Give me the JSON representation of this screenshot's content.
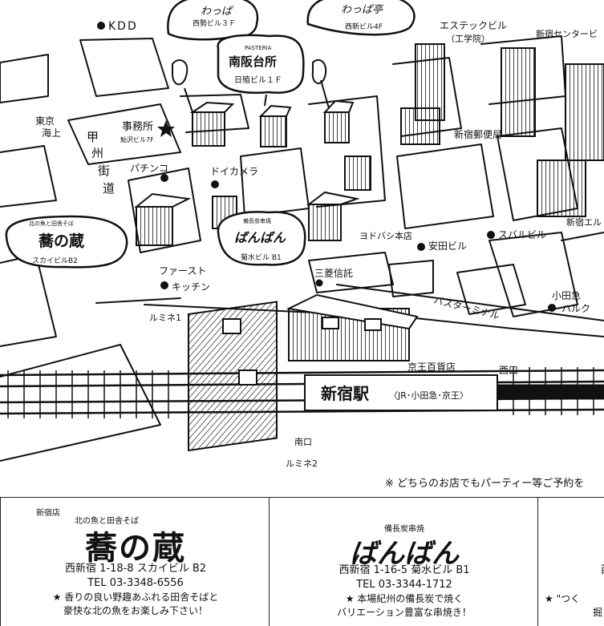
{
  "map": {
    "kdd": "KDD",
    "top_cards": [
      {
        "logo": "わっぱ",
        "building": "西勢ビル３Ｆ"
      },
      {
        "logo": "わっぱ亭",
        "building": "西新ビル4F"
      }
    ],
    "pasteria": {
      "sub": "PASTERIA",
      "name": "南阪台所",
      "building": "日殖ビル１Ｆ"
    },
    "estec": "エステックビル",
    "kogakuin": "（工学院）",
    "shinjuku_center": "新宿センタービ",
    "tokyo_kaijo": [
      "東京",
      "海上"
    ],
    "koshu_kaido": [
      "甲",
      "州",
      "街",
      "道"
    ],
    "office": {
      "label": "事務所",
      "building": "鮎沢ビル7F"
    },
    "pachinko": "パチンコ",
    "doi_camera": "ドイカメラ",
    "post_office": "新宿郵便局",
    "subaru": "スバルビル",
    "shinjuku_l": "新宿エル",
    "yodobashi": "ヨドバシ本店",
    "yasuda": "安田ビル",
    "mitsubishi": "三菱信託",
    "odakyu_halc": [
      "小田急",
      "ハルク"
    ],
    "bus_terminal": "バスターミナル",
    "left_card": {
      "small": "北の魚と田舎そば",
      "logo": "蕎の蔵",
      "building": "スカイビルB2"
    },
    "mid_card": {
      "small": "備長炭串焼",
      "logo": "ばんばん",
      "building": "菊水ビル B1"
    },
    "first_kitchen": [
      "ファースト",
      "キッチン"
    ],
    "lumine1": "ルミネ1",
    "lumine2": "ルミネ2",
    "keio_dept": "京王百貨店",
    "west_exit": "西口",
    "south_exit": "南口",
    "station": {
      "name": "新宿駅",
      "lines": "〈JR･小田急･京王〉"
    }
  },
  "note": "※ どちらのお店でもパーティー等ご予約を",
  "panels": [
    {
      "branch": "新宿店",
      "logo_small": "北の魚と田舎そば",
      "logo": "蕎の蔵",
      "address": "西新宿 1-18-8 スカイビル B2",
      "tel": "TEL 03-3348-6556",
      "desc1": "★ 香りの良い野趣あふれる田舎そばと",
      "desc2": "豪快な北の魚をお楽しみ下さい！"
    },
    {
      "logo_small": "備長炭串焼",
      "logo": "ばんばん",
      "address": "西新宿 1-16-5 菊水ビル B1",
      "tel": "TEL 03-3344-1712",
      "desc1": "★ 本場紀州の備長炭で焼く",
      "desc2": "バリエーション豊富な串焼き！"
    },
    {
      "address": "西",
      "desc1": "★ \"つく",
      "desc2": "掘"
    }
  ]
}
